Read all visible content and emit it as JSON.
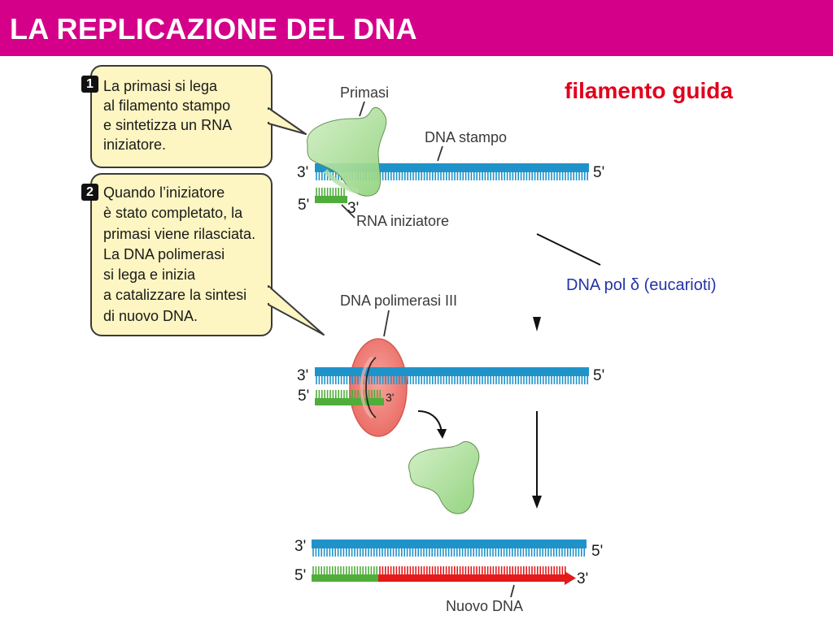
{
  "header": {
    "title": "LA REPLICAZIONE DEL DNA"
  },
  "steps": [
    {
      "number": "1",
      "text": "La primasi si lega\nal filamento stampo\ne sintetizza un RNA\niniziatore."
    },
    {
      "number": "2",
      "text": "Quando l’iniziatore\nè stato completato, la\nprimasi viene rilasciata.\nLa DNA polimerasi\nsi lega e inizia\na catalizzare la sintesi\ndi nuovo DNA."
    }
  ],
  "side_labels": {
    "leading_strand": "filamento guida",
    "polymerase_note": "DNA pol δ (eucarioti)"
  },
  "diagram_labels": {
    "primase": "Primasi",
    "template_dna": "DNA stampo",
    "rna_primer": "RNA iniziatore",
    "dna_polymerase": "DNA polimerasi III",
    "new_dna": "Nuovo DNA"
  },
  "strand_ends": {
    "three_prime": "3'",
    "five_prime": "5'"
  },
  "colors": {
    "header": "#d4008a",
    "template_strand": "#1f93c9",
    "primer": "#4fae3a",
    "new_dna": "#e41a1a",
    "primase": "#9ed88a",
    "polymerase": "#f07f7a",
    "callout_bg": "#fdf5c2",
    "leading_label": "#e0001b",
    "pol_label": "#2433a8"
  }
}
